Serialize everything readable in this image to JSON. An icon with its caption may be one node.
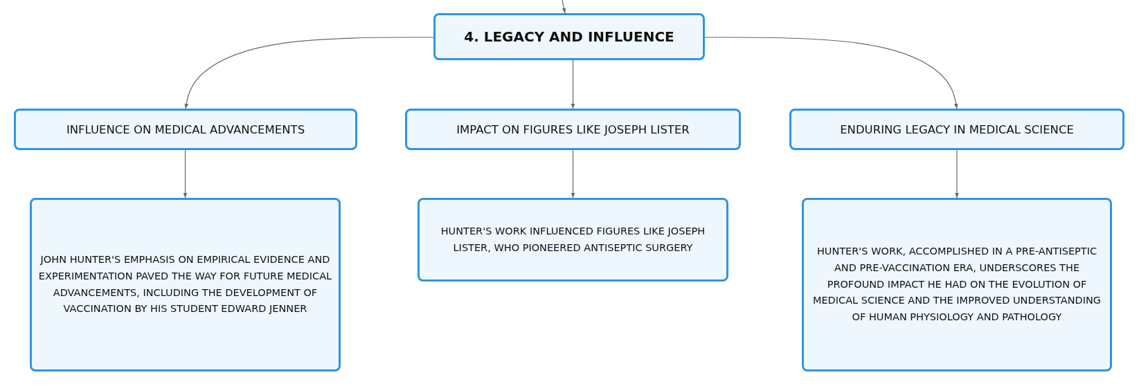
{
  "diagram": {
    "nodes": [
      {
        "text": [
          "4. LEGACY AND INFLUENCE"
        ]
      },
      {
        "text": [
          "INFLUENCE ON MEDICAL ADVANCEMENTS"
        ]
      },
      {
        "text": [
          "IMPACT ON FIGURES LIKE JOSEPH LISTER"
        ]
      },
      {
        "text": [
          "ENDURING LEGACY IN MEDICAL SCIENCE"
        ]
      },
      {
        "text": [
          "JOHN HUNTER'S EMPHASIS ON EMPIRICAL EVIDENCE AND EXPERIMENTATION PAVED THE WAY FOR FUTURE MEDICAL ADVANCEMENTS, INCLUDING THE DEVELOPMENT OF VACCINATION BY HIS STUDENT EDWARD JENNER"
        ]
      },
      {
        "text": [
          "HUNTER'S WORK INFLUENCED FIGURES LIKE JOSEPH LISTER, WHO PIONEERED ANTISEPTIC SURGERY"
        ]
      },
      {
        "text": [
          "HUNTER'S WORK, ACCOMPLISHED IN A PRE-ANTISEPTIC AND PRE-VACCINATION ERA, UNDERSCORES THE PROFOUND IMPACT HE HAD ON THE EVOLUTION OF MEDICAL SCIENCE AND THE IMPROVED UNDERSTANDING OF HUMAN PHYSIOLOGY AND PATHOLOGY"
        ]
      }
    ],
    "edges": [
      {
        "from": null,
        "to": 0,
        "arrow": "to"
      },
      {
        "from": 0,
        "to": 1,
        "arrow": "to"
      },
      {
        "from": 0,
        "to": 2,
        "arrow": "to"
      },
      {
        "from": 0,
        "to": 3,
        "arrow": "to"
      },
      {
        "from": 1,
        "to": 4,
        "arrow": "to"
      },
      {
        "from": 2,
        "to": 5,
        "arrow": "to"
      },
      {
        "from": 3,
        "to": 6,
        "arrow": "to"
      }
    ]
  }
}
